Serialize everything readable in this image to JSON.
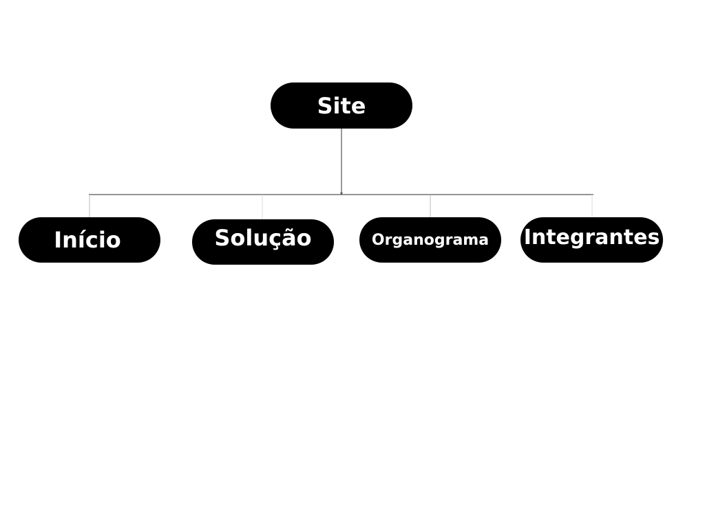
{
  "diagram": {
    "root": {
      "label": "Site"
    },
    "children": [
      {
        "label": "Início"
      },
      {
        "label": "Solução"
      },
      {
        "label": "Organograma"
      },
      {
        "label": "Integrantes"
      }
    ],
    "colors": {
      "node_fill": "#000000",
      "node_text": "#ffffff",
      "connector": "#555555",
      "background": "#ffffff"
    }
  }
}
